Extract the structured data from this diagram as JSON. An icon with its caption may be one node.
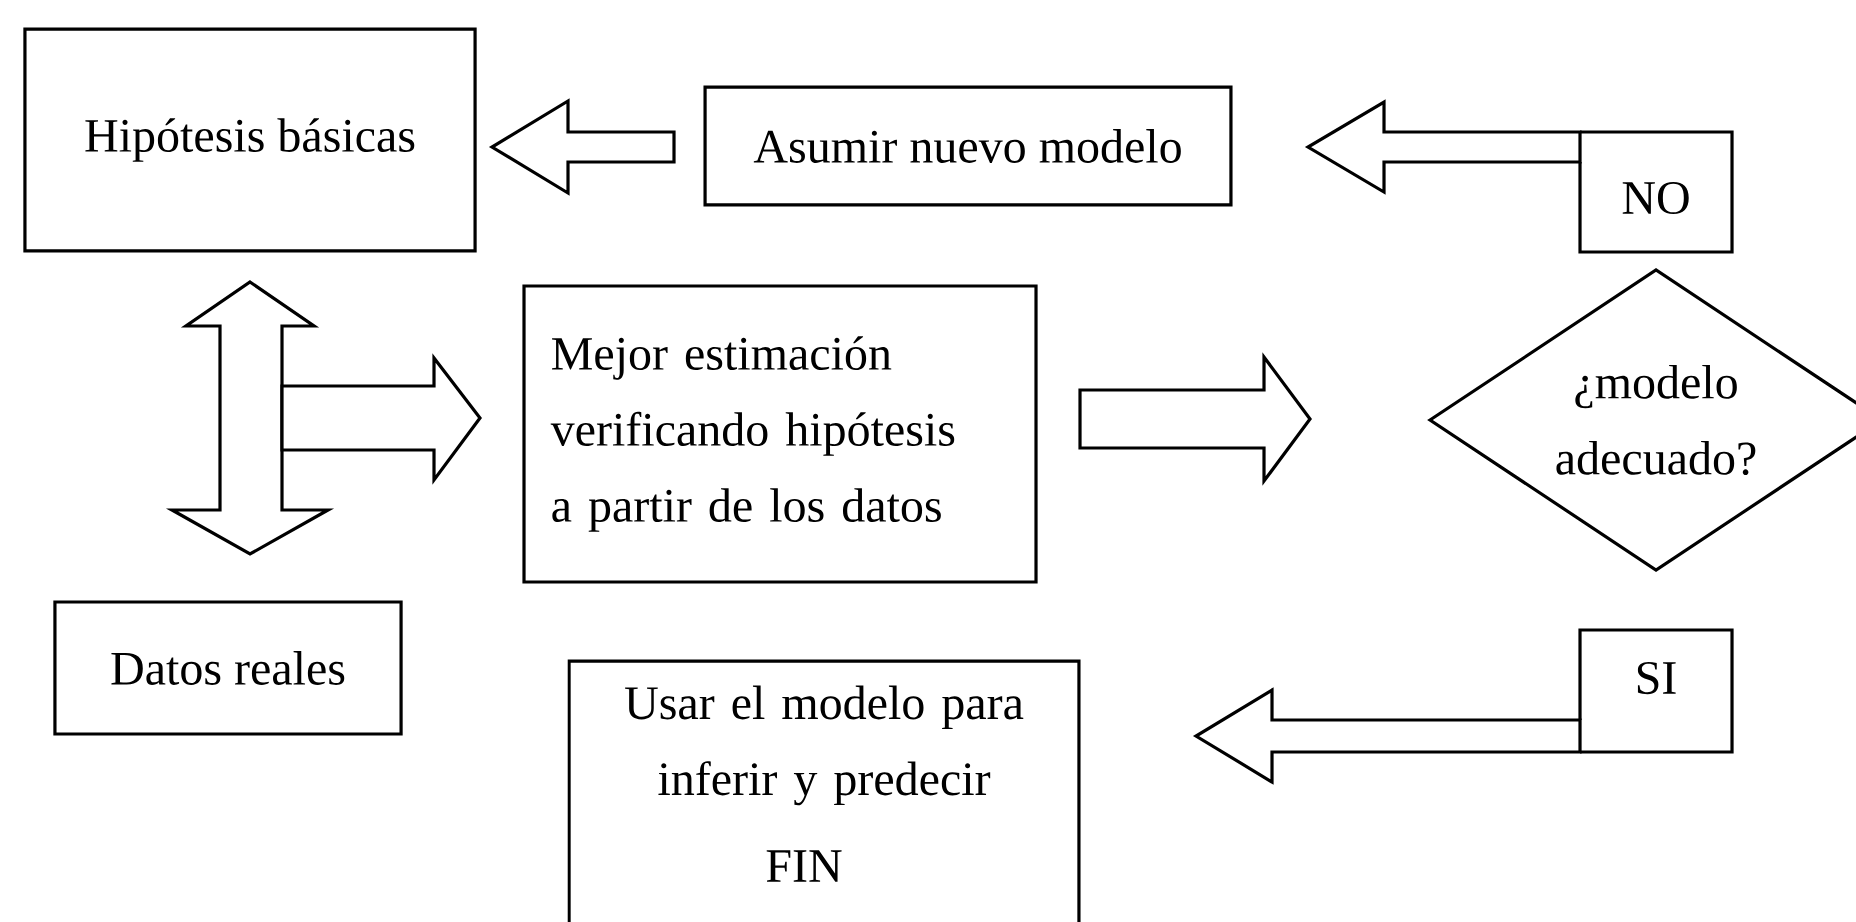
{
  "diagram": {
    "nodes": [
      {
        "text": [
          "Hipótesis básicas"
        ]
      },
      {
        "text": [
          "Asumir nuevo modelo"
        ]
      },
      {
        "text": [
          "Mejor estimación verificando hipótesis a partir de los datos"
        ]
      },
      {
        "text": [
          "¿modelo adecuado?"
        ]
      },
      {
        "text": [
          "Datos reales"
        ]
      },
      {
        "text": [
          "Usar el modelo para inferir y predecir",
          "FIN"
        ]
      },
      {
        "text": [
          "NO"
        ]
      },
      {
        "text": [
          "SI"
        ]
      }
    ],
    "edges": [
      {
        "from": 1,
        "to": 0,
        "arrow": "to"
      },
      {
        "from": 0,
        "to": 4,
        "arrow": "both"
      },
      {
        "from": null,
        "to": 2,
        "arrow": "to"
      },
      {
        "from": 2,
        "to": 3,
        "arrow": "to"
      },
      {
        "from": 6,
        "to": 1,
        "arrow": "to"
      },
      {
        "from": 7,
        "to": 5,
        "arrow": "to"
      }
    ]
  }
}
